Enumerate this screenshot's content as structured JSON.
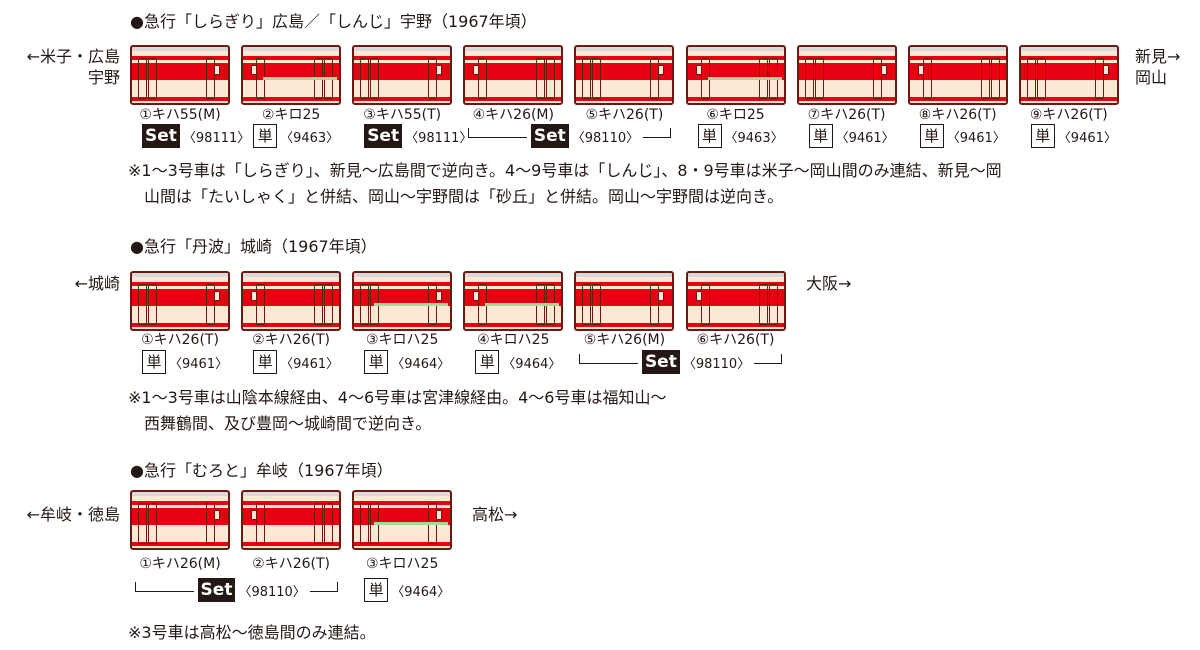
{
  "sections": [
    {
      "heading": "●急行「しらぎり」広島／「しんじ」宇野（1967年頃）",
      "left_dir": [
        "←米子・広島",
        "宇野"
      ],
      "right_dir": [
        "新見→",
        "岡山"
      ],
      "cars": [
        "①キハ55(M)",
        "②キロ25",
        "③キハ55(T)",
        "④キハ26(M)",
        "⑤キハ26(T)",
        "⑥キロ25",
        "⑦キハ26(T)",
        "⑧キハ26(T)",
        "⑨キハ26(T)"
      ],
      "badges": [
        {
          "type": "Set",
          "code": "〈98111〉",
          "from": 0,
          "to": 0
        },
        {
          "type": "単",
          "code": "〈9463〉",
          "from": 1,
          "to": 1
        },
        {
          "type": "Set",
          "code": "〈98111〉",
          "from": 2,
          "to": 2
        },
        {
          "type": "Set",
          "code": "〈98110〉",
          "from": 3,
          "to": 4
        },
        {
          "type": "単",
          "code": "〈9463〉",
          "from": 5,
          "to": 5
        },
        {
          "type": "単",
          "code": "〈9461〉",
          "from": 6,
          "to": 6
        },
        {
          "type": "単",
          "code": "〈9461〉",
          "from": 7,
          "to": 7
        },
        {
          "type": "単",
          "code": "〈9461〉",
          "from": 8,
          "to": 8
        }
      ],
      "notes": [
        "※1～3号車は「しらぎり」、新見～広島間で逆向き。4～9号車は「しんじ」、8・9号車は米子～岡山間のみ連結、新見～岡",
        "　山間は「たいしゃく」と併結、岡山～宇野間は「砂丘」と併結。岡山～宇野間は逆向き。"
      ]
    },
    {
      "heading": "●急行「丹波」城崎（1967年頃）",
      "left_dir": [
        "←城崎"
      ],
      "right_dir": [
        "大阪→"
      ],
      "cars": [
        "①キハ26(T)",
        "②キハ26(T)",
        "③キロハ25",
        "④キロハ25",
        "⑤キハ26(M)",
        "⑥キハ26(T)"
      ],
      "badges": [
        {
          "type": "単",
          "code": "〈9461〉",
          "from": 0,
          "to": 0
        },
        {
          "type": "単",
          "code": "〈9461〉",
          "from": 1,
          "to": 1
        },
        {
          "type": "単",
          "code": "〈9464〉",
          "from": 2,
          "to": 2
        },
        {
          "type": "単",
          "code": "〈9464〉",
          "from": 3,
          "to": 3
        },
        {
          "type": "Set",
          "code": "〈98110〉",
          "from": 4,
          "to": 5
        }
      ],
      "notes": [
        "※1～3号車は山陰本線経由、4～6号車は宮津線経由。4～6号車は福知山～",
        "　西舞鶴間、及び豊岡～城崎間で逆向き。"
      ]
    },
    {
      "heading": "●急行「むろと」牟岐（1967年頃）",
      "left_dir": [
        "←牟岐・徳島"
      ],
      "right_dir": [
        "高松→"
      ],
      "cars": [
        "①キハ26(M)",
        "②キハ26(T)",
        "③キロハ25"
      ],
      "badges": [
        {
          "type": "Set",
          "code": "〈98110〉",
          "from": 0,
          "to": 1
        },
        {
          "type": "単",
          "code": "〈9464〉",
          "from": 2,
          "to": 2
        }
      ],
      "notes": [
        "※3号車は高松～徳島間のみ連結。"
      ]
    }
  ],
  "colors": {
    "red": "#e60012",
    "cream": "#fde9d3",
    "green": "#a8d79a",
    "dark": "#231815"
  }
}
